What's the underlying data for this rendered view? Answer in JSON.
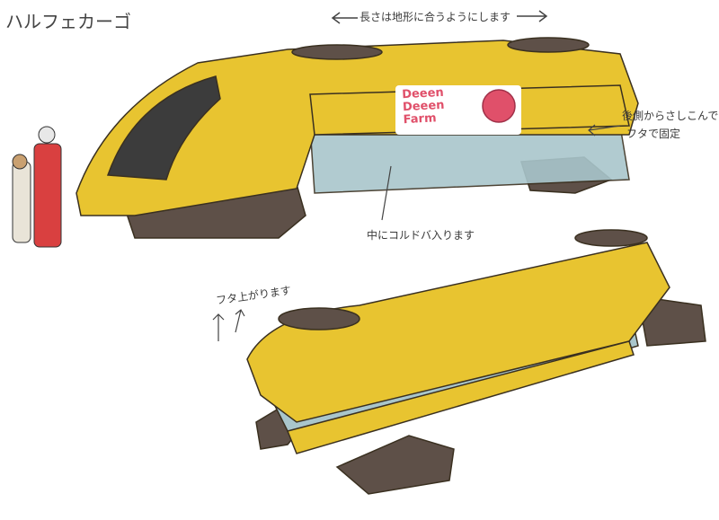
{
  "title": "ハルフェカーゴ",
  "notes": {
    "length": "長さは地形に合うようにします",
    "rear_insert": "後側からさしこんで",
    "lid_fix": "フタで固定",
    "inside": "中にコルドバ入ります",
    "lid_up": "フタ上がります"
  },
  "logo": {
    "line1": "Deeen",
    "line2": "Deeen",
    "line3": "Farm"
  },
  "colors": {
    "body": "#e8c430",
    "outline": "#3a3020",
    "glass": "#a9c6cc",
    "tread": "#5e5048",
    "logo": "#e0506a"
  }
}
